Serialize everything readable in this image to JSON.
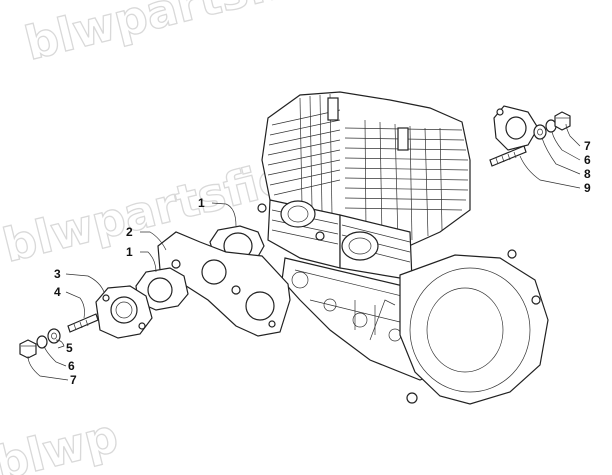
{
  "watermark": {
    "text_top": "blwpartsfiche",
    "text_middle": "blwpartsfiche.com",
    "text_bottom": "blwp"
  },
  "callouts": {
    "c1a": "1",
    "c2": "2",
    "c1b": "1",
    "c3": "3",
    "c4": "4",
    "c5": "5",
    "c6a": "6",
    "c7a": "7",
    "c7b": "7",
    "c6b": "6",
    "c8": "8",
    "c9": "9"
  },
  "colors": {
    "line": "#222222",
    "watermark": "#d9d9d9",
    "background": "#ffffff"
  }
}
